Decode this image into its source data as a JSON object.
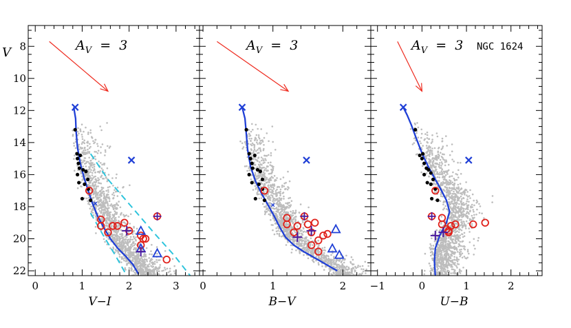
{
  "chart_data": [
    {
      "type": "scatter",
      "xlabel": "V−I",
      "ylabel": "V",
      "xlim": [
        -0.15,
        3.5
      ],
      "ylim": [
        22.3,
        6.7
      ],
      "xticks": [
        0,
        1,
        2,
        3
      ],
      "xtick_labels": [
        "0",
        "1",
        "2",
        "3"
      ],
      "yticks": [
        8,
        10,
        12,
        14,
        16,
        18,
        20,
        22
      ],
      "ytick_labels": [
        "8",
        "10",
        "12",
        "14",
        "16",
        "18",
        "20",
        "22"
      ],
      "annotation": "A_V = 3",
      "reddening_arrow": {
        "x": [
          0.3,
          1.55
        ],
        "y": [
          7.7,
          10.8
        ]
      },
      "background_stars_color": "#bdbdbd",
      "isochrone": {
        "color": "#1f3fd6",
        "x": [
          0.82,
          0.86,
          0.87,
          0.9,
          0.96,
          1.04,
          1.13,
          1.22,
          1.33,
          1.46,
          1.6,
          1.76,
          1.93,
          2.08,
          2.2
        ],
        "y": [
          11.8,
          12.5,
          13.3,
          14.3,
          15.3,
          16.2,
          17.0,
          17.8,
          18.6,
          19.3,
          20.0,
          20.6,
          21.1,
          21.6,
          22.2
        ]
      },
      "dashed_lines": {
        "color": "#2ec4dc",
        "lines": [
          {
            "x": [
              1.18,
              1.55,
              2.05,
              2.55,
              2.95,
              3.3
            ],
            "y": [
              14.7,
              16.3,
              18.0,
              19.7,
              21.0,
              22.3
            ]
          },
          {
            "x": [
              1.18,
              1.45,
              1.7,
              1.95
            ],
            "y": [
              18.4,
              19.8,
              21.0,
              22.3
            ]
          }
        ]
      },
      "black_dots": {
        "x": [
          0.85,
          0.89,
          0.9,
          0.92,
          0.96,
          0.94,
          1.02,
          1.08,
          1.12,
          0.9,
          0.93,
          1.05,
          1.13,
          1.0,
          1.18
        ],
        "y": [
          13.2,
          14.7,
          15.0,
          15.3,
          14.8,
          15.6,
          15.7,
          15.8,
          16.3,
          16.0,
          16.5,
          16.6,
          16.9,
          17.5,
          17.6
        ]
      },
      "red_circles": {
        "x": [
          1.15,
          1.4,
          1.4,
          1.55,
          1.65,
          1.75,
          1.9,
          2.0,
          2.25,
          2.3,
          2.25,
          2.35,
          2.8
        ],
        "y": [
          17.0,
          18.8,
          19.2,
          19.6,
          19.2,
          19.2,
          19.0,
          19.5,
          19.8,
          20.0,
          20.4,
          20.0,
          21.3
        ]
      },
      "red_circles_plus": {
        "x": [
          2.6
        ],
        "y": [
          18.6
        ]
      },
      "blue_triangles": {
        "x": [
          2.25,
          2.25,
          2.6
        ],
        "y": [
          19.5,
          20.6,
          20.9
        ]
      },
      "purple_plus": {
        "x": [
          1.95,
          2.25
        ],
        "y": [
          19.5,
          20.8
        ]
      },
      "blue_x": {
        "x": [
          0.85,
          2.05,
          1.28
        ],
        "y": [
          11.8,
          15.1,
          17.8
        ],
        "sizes": [
          "large",
          "large",
          "small"
        ]
      }
    },
    {
      "type": "scatter",
      "xlabel": "B−V",
      "ylabel": "",
      "xlim": [
        -0.05,
        2.4
      ],
      "ylim": [
        22.3,
        6.7
      ],
      "xticks": [
        0,
        1,
        2
      ],
      "xtick_labels": [
        "0",
        "1",
        "2"
      ],
      "annotation": "A_V = 3",
      "reddening_arrow": {
        "x": [
          0.2,
          1.22
        ],
        "y": [
          7.7,
          10.8
        ]
      },
      "background_stars_color": "#bdbdbd",
      "isochrone": {
        "color": "#1f3fd6",
        "x": [
          0.56,
          0.6,
          0.62,
          0.64,
          0.68,
          0.75,
          0.84,
          0.93,
          1.02,
          1.1,
          1.18,
          1.3,
          1.44,
          1.6,
          1.76,
          1.92
        ],
        "y": [
          11.8,
          12.5,
          13.5,
          14.5,
          15.5,
          16.4,
          17.2,
          17.9,
          18.6,
          19.3,
          19.9,
          20.4,
          20.8,
          21.2,
          21.6,
          22.0
        ]
      },
      "black_dots": {
        "x": [
          0.62,
          0.66,
          0.68,
          0.7,
          0.74,
          0.71,
          0.78,
          0.82,
          0.85,
          0.66,
          0.7,
          0.8,
          0.85,
          0.75,
          0.88
        ],
        "y": [
          13.2,
          14.7,
          15.0,
          15.3,
          14.8,
          15.6,
          15.7,
          15.8,
          16.3,
          16.0,
          16.5,
          16.6,
          16.9,
          17.5,
          17.6
        ]
      },
      "red_circles": {
        "x": [
          0.88,
          1.2,
          1.2,
          1.3,
          1.5,
          1.6,
          1.55,
          1.65,
          1.72,
          1.78,
          1.55,
          1.65,
          1.35
        ],
        "y": [
          17.0,
          18.7,
          19.1,
          19.6,
          19.1,
          19.0,
          19.6,
          20.1,
          19.8,
          19.7,
          20.4,
          20.8,
          19.2
        ]
      },
      "red_circles_plus": {
        "x": [
          1.45
        ],
        "y": [
          18.6
        ]
      },
      "blue_triangles": {
        "x": [
          1.9,
          1.85,
          1.95
        ],
        "y": [
          19.4,
          20.6,
          21.0
        ]
      },
      "purple_plus": {
        "x": [
          1.55,
          1.35
        ],
        "y": [
          19.5,
          19.9
        ]
      },
      "blue_x": {
        "x": [
          0.56,
          1.48,
          1.0
        ],
        "y": [
          11.8,
          15.1,
          17.9
        ],
        "sizes": [
          "large",
          "large",
          "small"
        ]
      }
    },
    {
      "type": "scatter",
      "xlabel": "U−B",
      "ylabel": "",
      "xlim": [
        -1.15,
        2.7
      ],
      "ylim": [
        22.3,
        6.7
      ],
      "xticks": [
        -1,
        0,
        1,
        2
      ],
      "xtick_labels": [
        "−1",
        "0",
        "1",
        "2"
      ],
      "annotation": "A_V = 3",
      "cluster_name": "NGC 1624",
      "reddening_arrow": {
        "x": [
          -0.55,
          0.0
        ],
        "y": [
          7.7,
          10.8
        ]
      },
      "background_stars_color": "#bdbdbd",
      "isochrone": {
        "color": "#1f3fd6",
        "x": [
          -0.42,
          -0.33,
          -0.24,
          -0.12,
          0.02,
          0.16,
          0.3,
          0.44,
          0.55,
          0.62,
          0.55,
          0.4,
          0.3,
          0.28,
          0.3
        ],
        "y": [
          11.8,
          12.3,
          12.9,
          13.8,
          14.8,
          15.6,
          16.3,
          17.0,
          17.6,
          18.3,
          19.0,
          19.8,
          20.6,
          21.4,
          22.3
        ]
      },
      "black_dots": {
        "x": [
          -0.15,
          -0.05,
          0.0,
          0.05,
          0.02,
          0.1,
          0.15,
          0.2,
          0.25,
          0.05,
          0.12,
          0.2,
          0.3,
          0.22,
          0.35
        ],
        "y": [
          13.2,
          14.8,
          15.0,
          15.3,
          14.7,
          15.6,
          15.7,
          15.9,
          16.3,
          16.0,
          16.5,
          16.6,
          16.9,
          17.5,
          17.6
        ]
      },
      "red_circles": {
        "x": [
          0.3,
          0.45,
          0.45,
          0.55,
          0.6,
          0.65,
          0.75,
          1.15,
          1.42,
          0.6
        ],
        "y": [
          17.0,
          18.7,
          19.1,
          19.4,
          19.5,
          19.2,
          19.1,
          19.1,
          19.0,
          19.6
        ]
      },
      "red_circles_plus": {
        "x": [
          0.22
        ],
        "y": [
          18.6
        ]
      },
      "blue_triangles": {
        "x": [],
        "y": []
      },
      "purple_plus": {
        "x": [
          0.48,
          0.3
        ],
        "y": [
          19.6,
          19.8
        ]
      },
      "blue_x": {
        "x": [
          -0.42,
          1.05
        ],
        "y": [
          11.8,
          15.1
        ],
        "sizes": [
          "large",
          "large"
        ]
      }
    }
  ]
}
